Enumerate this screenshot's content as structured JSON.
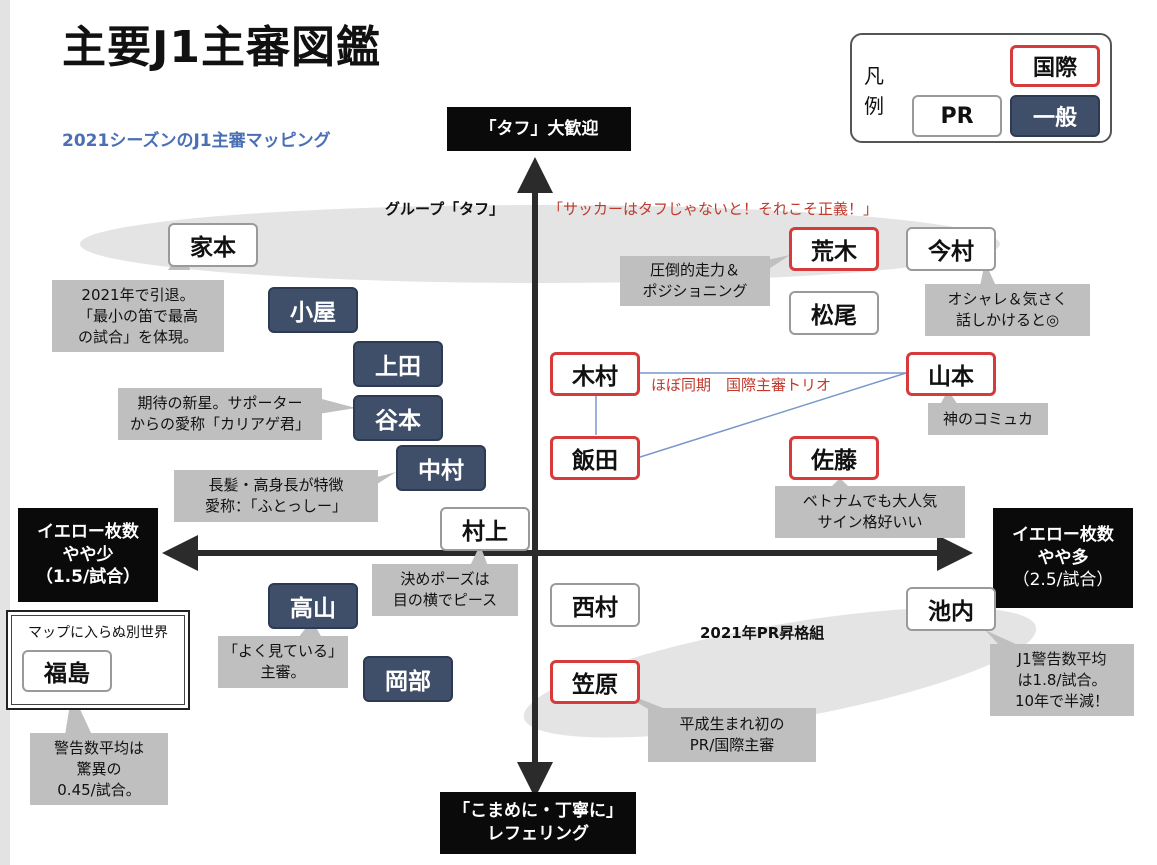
{
  "title": "主要J1主審図鑑",
  "subtitle": "2021シーズンのJ1主審マッピング",
  "legend": {
    "heading": "凡\n例",
    "intl": "国際",
    "pr": "PR",
    "general": "一般"
  },
  "axes": {
    "top": "「タフ」大歓迎",
    "bottom": [
      "「こまめに・丁寧に」",
      "レフェリング"
    ],
    "left": [
      "イエロー枚数",
      "やや少",
      "（1.5/試合）"
    ],
    "right": [
      "イエロー枚数",
      "やや多",
      "（2.5/試合）"
    ]
  },
  "groups": {
    "tough_label": "グループ「タフ」",
    "tough_quote": "「サッカーはタフじゃないと！それこそ正義！」",
    "pr_promoted": "2021年PR昇格組",
    "trio": "ほぼ同期　国際主審トリオ",
    "other_world_title": "マップに入らぬ別世界"
  },
  "referees": {
    "iemoto": "家本",
    "koya": "小屋",
    "ueda": "上田",
    "tanimoto": "谷本",
    "nakamura": "中村",
    "murakami": "村上",
    "takayama": "高山",
    "okabe": "岡部",
    "kimura": "木村",
    "iida": "飯田",
    "araki": "荒木",
    "imamura": "今村",
    "matsuo": "松尾",
    "yamamoto": "山本",
    "sato": "佐藤",
    "nishimura": "西村",
    "kasahara": "笠原",
    "ikeuchi": "池内",
    "fukushima": "福島"
  },
  "callouts": {
    "iemoto": [
      "2021年で引退。",
      "「最小の笛で最高",
      "の試合」を体現。"
    ],
    "tanimoto": [
      "期待の新星。サポーター",
      "からの愛称「カリアゲ君」"
    ],
    "nakamura": [
      "長髪・高身長が特徴",
      "愛称：「ふとっしー」"
    ],
    "murakami": [
      "決めポーズは",
      "目の横でピース"
    ],
    "takayama": [
      "「よく見ている」",
      "主審。"
    ],
    "fukushima": [
      "警告数平均は",
      "驚異の",
      "0.45/試合。"
    ],
    "araki": [
      "圧倒的走力＆",
      "ポジショニング"
    ],
    "imamura": [
      "オシャレ＆気さく",
      "話しかけると◎"
    ],
    "yamamoto": [
      "神のコミュカ"
    ],
    "sato": [
      "ベトナムでも大人気",
      "サイン格好いい"
    ],
    "kasahara": [
      "平成生まれ初の",
      "PR/国際主審"
    ],
    "ikeuchi": [
      "J1警告数平均",
      "は1.8/試合。",
      "10年で半減！"
    ]
  },
  "colors": {
    "intl_border": "#d63a3a",
    "general_fill": "#3f4e69",
    "axis_box": "#0a0a0a",
    "callout": "#bfbfbf",
    "subtitle": "#4a6fb5",
    "quote": "#c0392b"
  }
}
